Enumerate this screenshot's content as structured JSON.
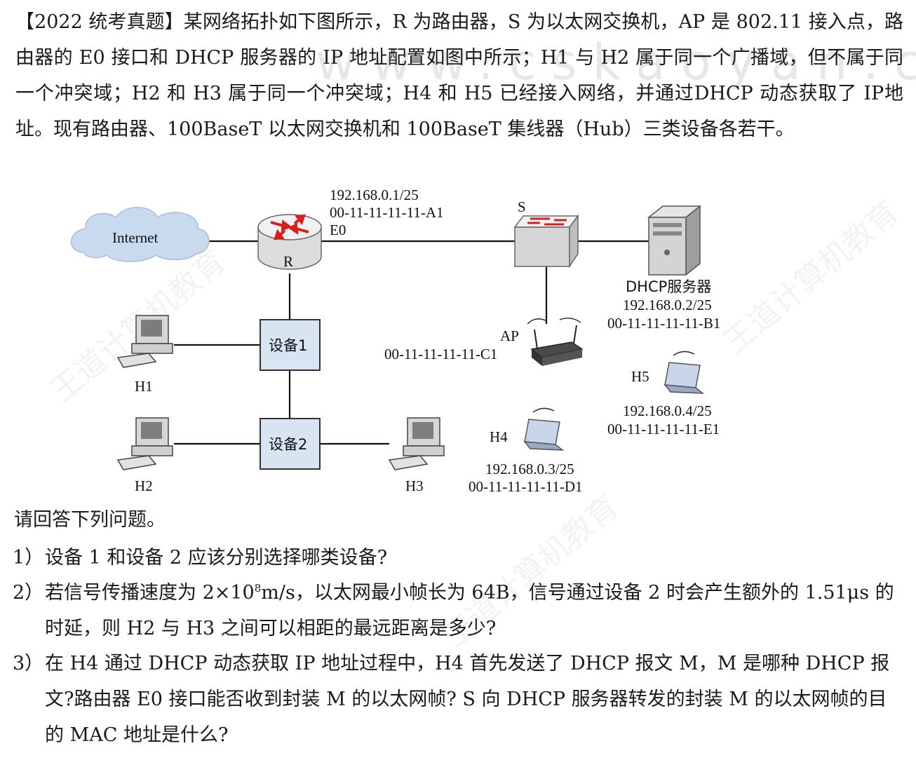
{
  "intro": "【2022 统考真题】某网络拓扑如下图所示，R 为路由器，S 为以太网交换机，AP 是 802.11 接入点，路由器的 E0 接口和 DHCP 服务器的 IP 地址配置如图中所示；H1 与 H2 属于同一个广播域，但不属于同一个冲突域；H2 和 H3 属于同一个冲突域；H4 和 H5 已经接入网络，并通过DHCP 动态获取了 IP地址。现有路由器、100BaseT 以太网交换机和 100BaseT 集线器（Hub）三类设备各若干。",
  "diagram": {
    "internet": "Internet",
    "router": {
      "name": "R",
      "ip": "192.168.0.1/25",
      "mac": "00-11-11-11-11-A1",
      "iface": "E0"
    },
    "switch": {
      "name": "S"
    },
    "dhcp": {
      "name": "DHCP服务器",
      "ip": "192.168.0.2/25",
      "mac": "00-11-11-11-11-B1"
    },
    "ap": {
      "name": "AP",
      "mac": "00-11-11-11-11-C1"
    },
    "device1": "设备1",
    "device2": "设备2",
    "h1": "H1",
    "h2": "H2",
    "h3": "H3",
    "h4": {
      "name": "H4",
      "ip": "192.168.0.3/25",
      "mac": "00-11-11-11-11-D1"
    },
    "h5": {
      "name": "H5",
      "ip": "192.168.0.4/25",
      "mac": "00-11-11-11-11-E1"
    }
  },
  "prompt": "请回答下列问题。",
  "questions": [
    {
      "num": "1）",
      "text": "设备 1 和设备 2 应该分别选择哪类设备?"
    },
    {
      "num": "2）",
      "text_a": "若信号传播速度为 2×10",
      "sup": "8",
      "text_b": "m/s，以太网最小帧长为 64B，信号通过设备 2 时会产生额外的 1.51μs 的时延，则 H2 与 H3 之间可以相距的最远距离是多少?"
    },
    {
      "num": "3）",
      "text": "在 H4 通过 DHCP 动态获取 IP 地址过程中，H4 首先发送了 DHCP 报文 M，M 是哪种 DHCP 报文?路由器 E0 接口能否收到封装 M 的以太网帧? S 向 DHCP 服务器转发的封装 M 的以太网帧的目的 MAC 地址是什么?"
    }
  ],
  "watermark": {
    "url": "www.cskaoyan.com",
    "brand": "王道计算机教育"
  },
  "colors": {
    "device_box": "#d9e4f2",
    "cloud": "#c9d9ee",
    "router_arrow": "#d8201a"
  }
}
